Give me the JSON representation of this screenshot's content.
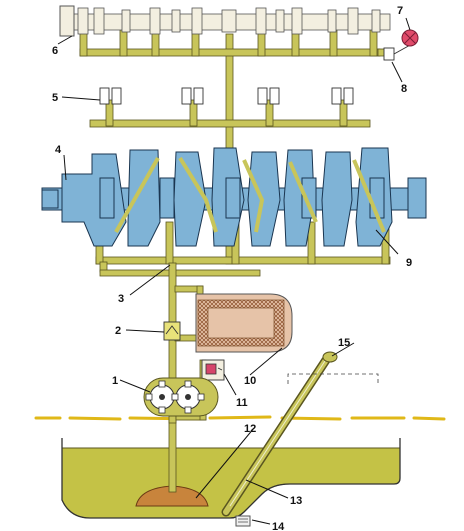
{
  "callouts": {
    "oil_pump": "1",
    "relief_valve": "2",
    "main_oil_line": "3",
    "crankshaft": "4",
    "valve_lifters": "5",
    "camshaft": "6",
    "warning_lamp": "7",
    "pressure_sensor": "8",
    "crank_oil_channels": "9",
    "oil_filter": "10",
    "bypass_valve": "11",
    "oil_pickup": "12",
    "dipstick": "13",
    "drain_plug": "14",
    "dipstick_handle": "15"
  },
  "colors": {
    "oil_line": "#c8c55a",
    "oil_line_outline": "#5a5620",
    "oil_fill": "#c4c246",
    "oil_surface": "#e0b818",
    "crank_steel": "#7fb3d6",
    "crank_outline": "#1a3550",
    "filter_fill": "#e6c3a8",
    "filter_core": "#b07040",
    "pickup": "#c8843c",
    "warning_lamp": "#e04b6a",
    "cam_body": "#f3efe0"
  }
}
